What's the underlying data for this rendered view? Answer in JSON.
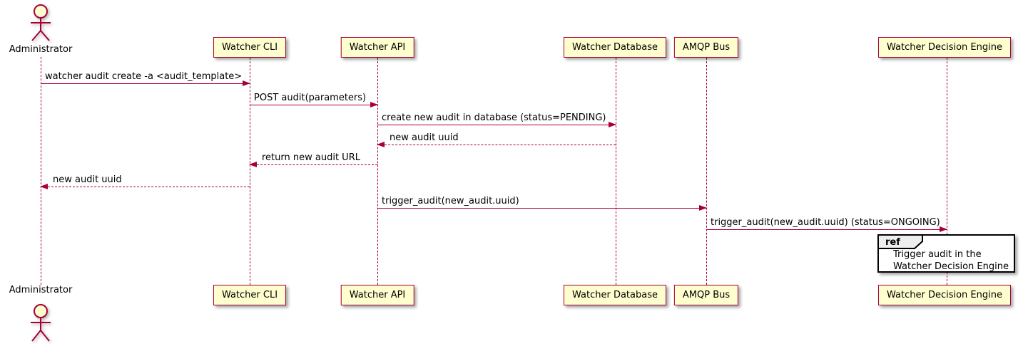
{
  "diagram": {
    "type": "uml-sequence-diagram",
    "colors": {
      "line": "#A80036",
      "participant_fill": "#FEFECE",
      "participant_border": "#A80036",
      "text": "#000000",
      "ref_fill": "#FFFFFF",
      "ref_tag_fill": "#EEEEEE",
      "ref_border": "#000000"
    },
    "actor": {
      "label": "Administrator"
    },
    "participants": [
      {
        "label": "Watcher CLI"
      },
      {
        "label": "Watcher API"
      },
      {
        "label": "Watcher Database"
      },
      {
        "label": "AMQP Bus"
      },
      {
        "label": "Watcher Decision Engine"
      }
    ],
    "messages": [
      {
        "from": "Administrator",
        "to": "Watcher CLI",
        "style": "solid",
        "text": "watcher audit create -a <audit_template>"
      },
      {
        "from": "Watcher CLI",
        "to": "Watcher API",
        "style": "solid",
        "text": "POST audit(parameters)"
      },
      {
        "from": "Watcher API",
        "to": "Watcher Database",
        "style": "solid",
        "text": "create new audit in database (status=PENDING)"
      },
      {
        "from": "Watcher Database",
        "to": "Watcher API",
        "style": "dashed",
        "text": "new audit uuid"
      },
      {
        "from": "Watcher API",
        "to": "Watcher CLI",
        "style": "dashed",
        "text": "return new audit URL"
      },
      {
        "from": "Watcher CLI",
        "to": "Administrator",
        "style": "dashed",
        "text": "new audit uuid"
      },
      {
        "from": "Watcher API",
        "to": "AMQP Bus",
        "style": "solid",
        "text": "trigger_audit(new_audit.uuid)"
      },
      {
        "from": "AMQP Bus",
        "to": "Watcher Decision Engine",
        "style": "solid",
        "text": "trigger_audit(new_audit.uuid) (status=ONGOING)"
      }
    ],
    "ref": {
      "tag": "ref",
      "line1": "Trigger audit in the",
      "line2": "Watcher Decision Engine"
    }
  }
}
